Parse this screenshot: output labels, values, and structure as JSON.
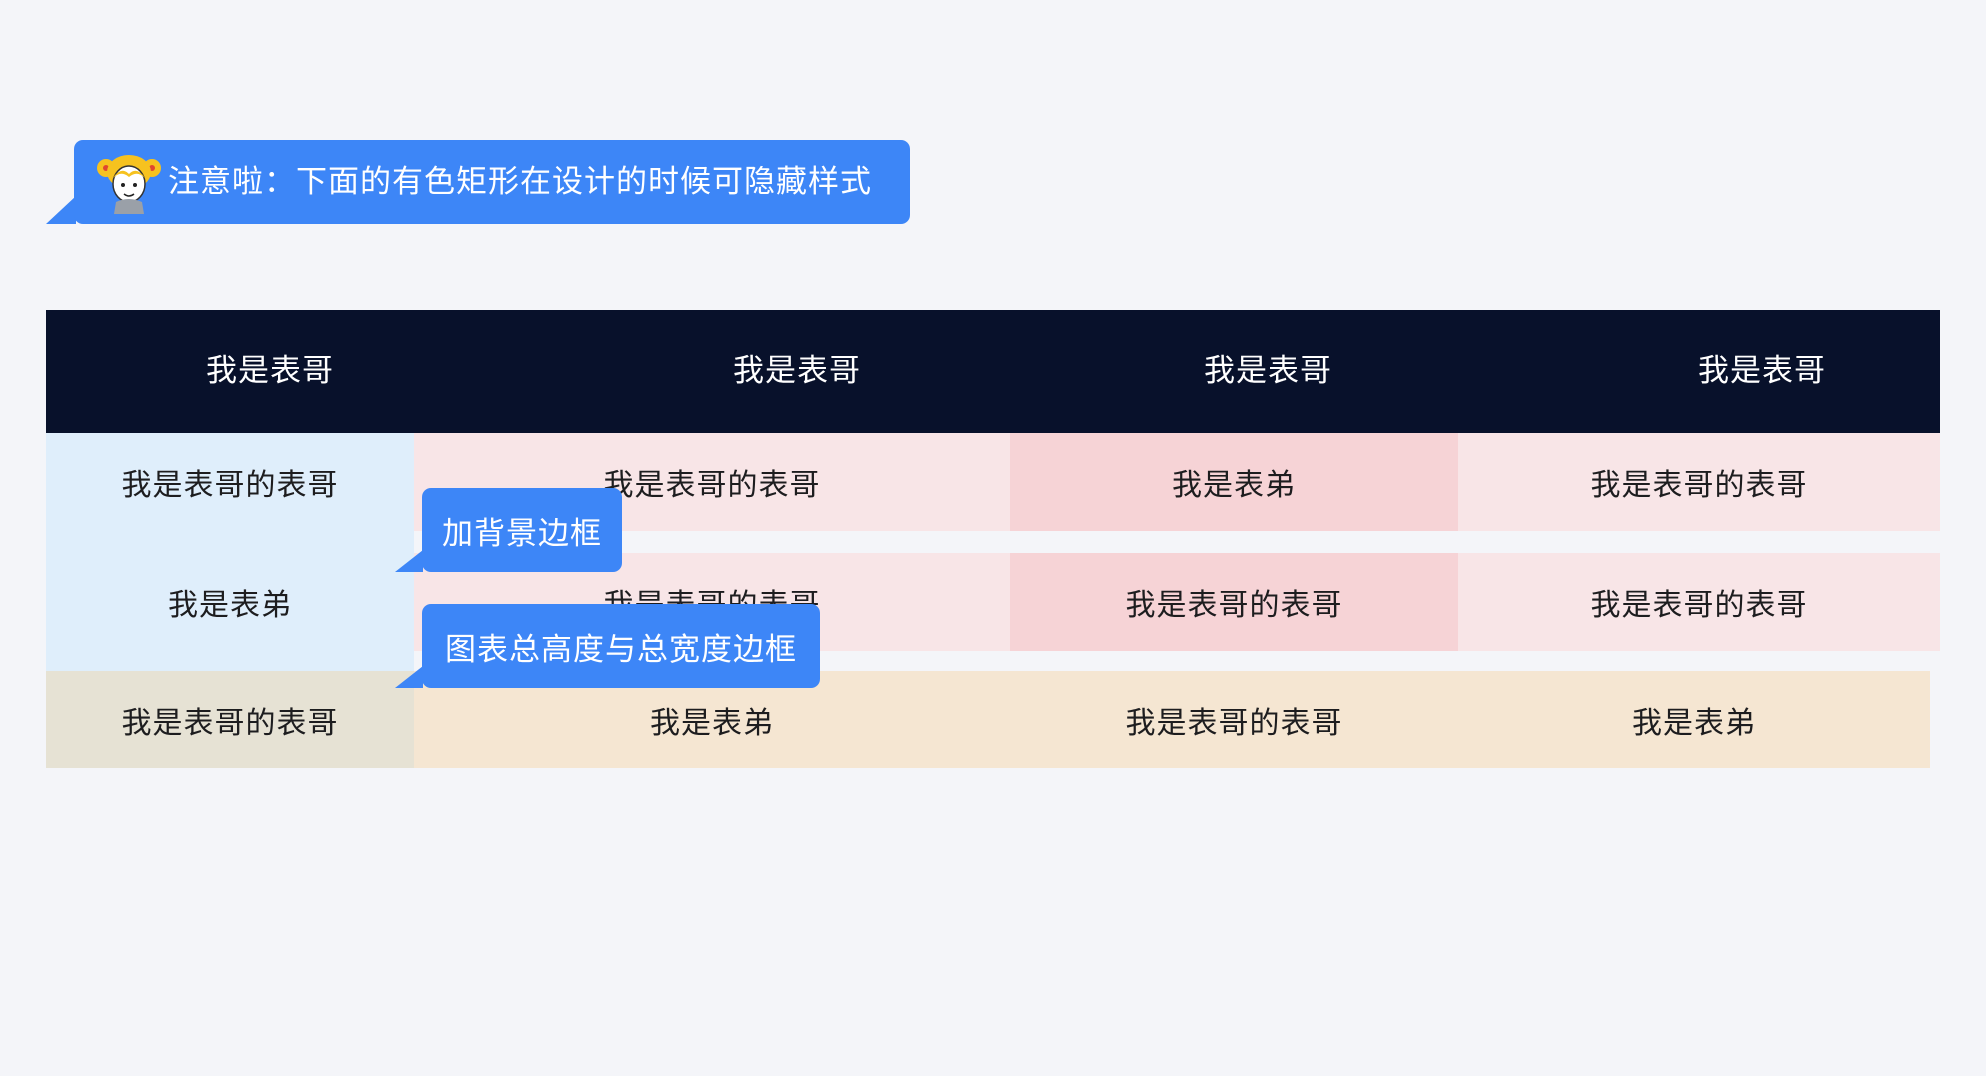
{
  "notice": {
    "text": "注意啦：下面的有色矩形在设计的时候可隐藏样式"
  },
  "table": {
    "headers": [
      "我是表哥",
      "我是表哥",
      "我是表哥",
      "我是表哥"
    ],
    "rows": [
      [
        "我是表哥的表哥",
        "我是表哥的表哥",
        "我是表弟",
        "我是表哥的表哥"
      ],
      [
        "我是表弟",
        "我是表哥的表哥",
        "我是表哥的表哥",
        "我是表哥的表哥"
      ],
      [
        "我是表哥的表哥",
        "我是表弟",
        "我是表哥的表哥",
        "我是表弟"
      ]
    ]
  },
  "callouts": {
    "background_border": "加背景边框",
    "total_size_border": "图表总高度与总宽度边框"
  },
  "colors": {
    "page_background": "#f4f5f9",
    "header_background": "#08112b",
    "accent_blue": "#3d86f7",
    "first_column_blue": "#dfeefb",
    "row_pink_light": "#f8e5e7",
    "cell_pink_dark": "#f6d3d6",
    "row_beige": "#f5e6d2",
    "cell_beige_dark": "#e6e2d4"
  }
}
